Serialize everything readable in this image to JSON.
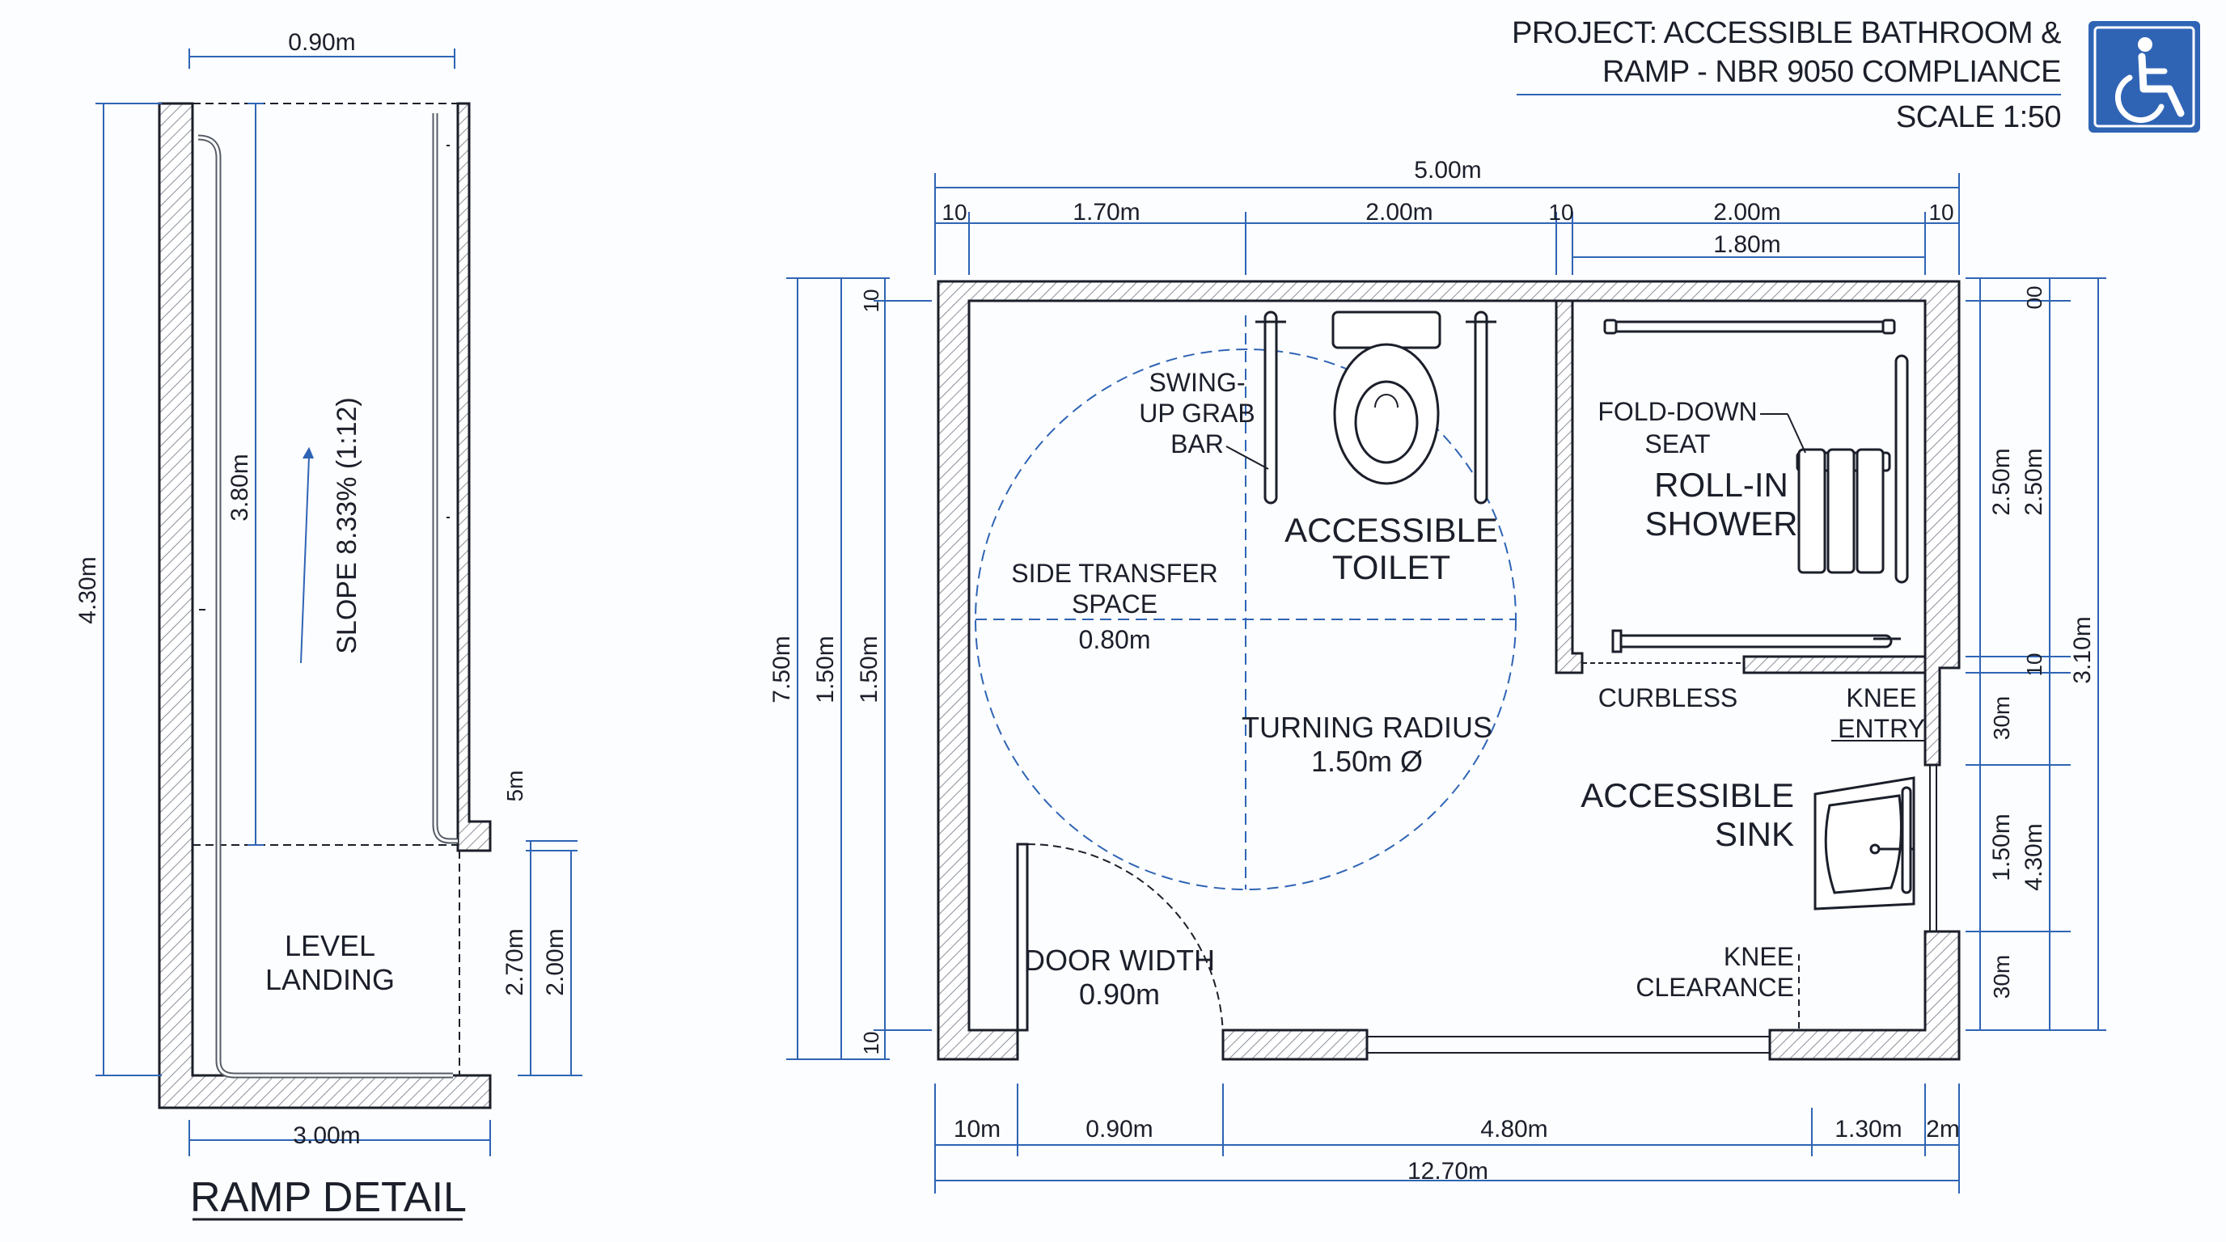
{
  "title": {
    "line1": "PROJECT: ACCESSIBLE BATHROOM &",
    "line2": "RAMP - NBR 9050 COMPLIANCE",
    "line3": "SCALE 1:50"
  },
  "icons": {
    "accessibility": "wheelchair-icon",
    "accent": "#2f64b5"
  },
  "ramp": {
    "caption": "RAMP DETAIL",
    "dims": {
      "top_width": "0.90m",
      "total_length": "4.30m",
      "ramp_run": "3.80m",
      "step": "5m",
      "landing_a": "2.70m",
      "landing_b": "2.00m",
      "bottom_width": "3.00m"
    },
    "slope": "SLOPE 8.33% (1:12)",
    "landing_line1": "LEVEL",
    "landing_line2": "LANDING"
  },
  "plan": {
    "top_dims": {
      "total": "5.00m",
      "wall_a": "10",
      "seg_1": "1.70m",
      "seg_2": "2.00m",
      "wall_b": "10",
      "seg_3": "2.00m",
      "wall_c": "10",
      "shower_inner": "1.80m"
    },
    "left_dims": {
      "wall_top": "10",
      "overall": "7.50m",
      "inner_a": "1.50m",
      "inner_b": "1.50m",
      "wall_bottom": "10"
    },
    "right_dims": {
      "wall_top": "00",
      "shower_a": "2.50m",
      "shower_b": "2.50m",
      "wall_mid": "10",
      "overall": "3.10m",
      "knee_top": "30m",
      "sink_a": "1.50m",
      "sink_b": "4.30m",
      "knee_bottom": "30m"
    },
    "bottom_dims": {
      "wall": "10m",
      "door": "0.90m",
      "mid": "4.80m",
      "right": "1.30m",
      "end": "2m",
      "total": "12.70m"
    },
    "labels": {
      "grab_bar_1": "SWING-",
      "grab_bar_2": "UP GRAB",
      "grab_bar_3": "BAR",
      "toilet_1": "ACCESSIBLE",
      "toilet_2": "TOILET",
      "transfer_1": "SIDE TRANSFER",
      "transfer_2": "SPACE",
      "transfer_3": "0.80m",
      "turning_1": "TURNING RADIUS",
      "turning_2": "1.50m Ø",
      "door_1": "DOOR WIDTH",
      "door_2": "0.90m",
      "seat_1": "FOLD-DOWN",
      "seat_2": "SEAT",
      "shower_1": "ROLL-IN",
      "shower_2": "SHOWER",
      "curbless": "CURBLESS",
      "knee_entry_1": "KNEE",
      "knee_entry_2": "ENTRY",
      "sink_1": "ACCESSIBLE",
      "sink_2": "SINK",
      "knee_clear_1": "KNEE",
      "knee_clear_2": "CLEARANCE"
    }
  }
}
